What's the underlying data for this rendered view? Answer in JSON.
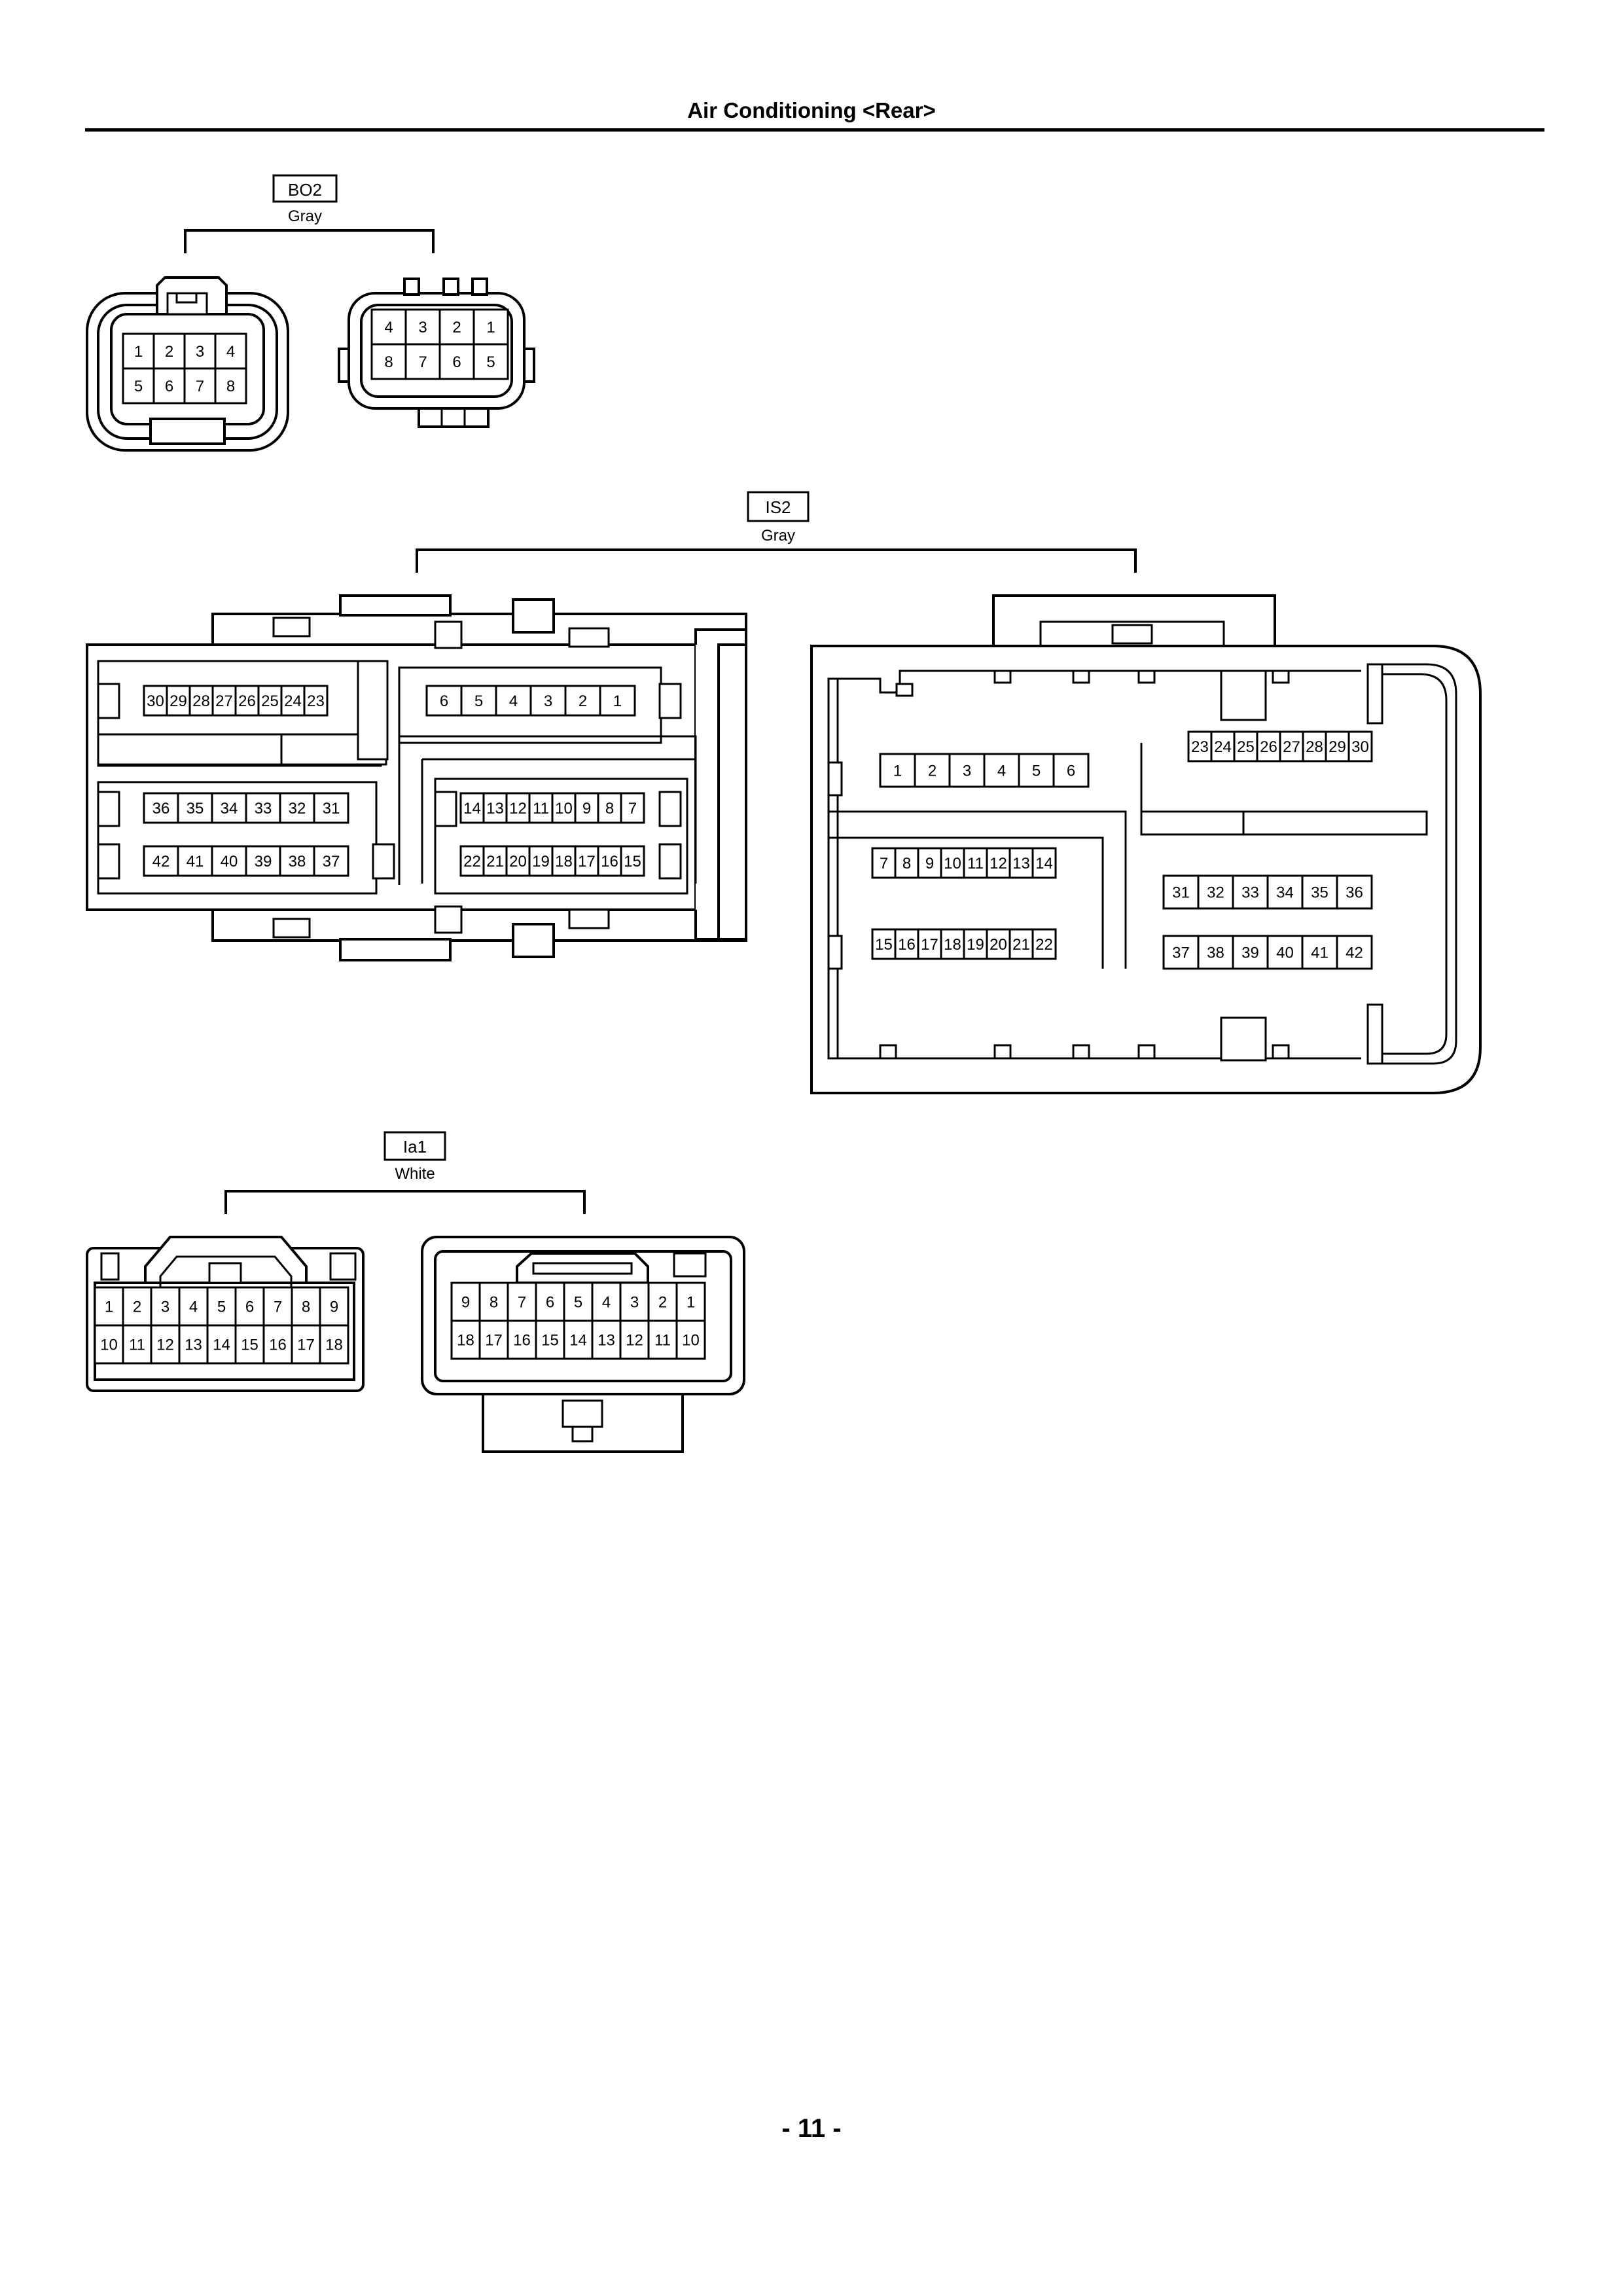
{
  "page": {
    "title": "Air Conditioning <Rear>",
    "page_number": "- 11 -"
  },
  "connectors": [
    {
      "code": "BO2",
      "color": "Gray",
      "views": [
        {
          "rows": [
            [
              "1",
              "2",
              "3",
              "4"
            ],
            [
              "5",
              "6",
              "7",
              "8"
            ]
          ]
        },
        {
          "rows": [
            [
              "4",
              "3",
              "2",
              "1"
            ],
            [
              "8",
              "7",
              "6",
              "5"
            ]
          ]
        }
      ]
    },
    {
      "code": "IS2",
      "color": "Gray",
      "views": [
        {
          "groups": [
            [
              "30",
              "29",
              "28",
              "27",
              "26",
              "25",
              "24",
              "23"
            ],
            [
              "6",
              "5",
              "4",
              "3",
              "2",
              "1"
            ],
            [
              "36",
              "35",
              "34",
              "33",
              "32",
              "31"
            ],
            [
              "14",
              "13",
              "12",
              "11",
              "10",
              "9",
              "8",
              "7"
            ],
            [
              "42",
              "41",
              "40",
              "39",
              "38",
              "37"
            ],
            [
              "22",
              "21",
              "20",
              "19",
              "18",
              "17",
              "16",
              "15"
            ]
          ]
        },
        {
          "groups": [
            [
              "23",
              "24",
              "25",
              "26",
              "27",
              "28",
              "29",
              "30"
            ],
            [
              "1",
              "2",
              "3",
              "4",
              "5",
              "6"
            ],
            [
              "7",
              "8",
              "9",
              "10",
              "11",
              "12",
              "13",
              "14"
            ],
            [
              "31",
              "32",
              "33",
              "34",
              "35",
              "36"
            ],
            [
              "15",
              "16",
              "17",
              "18",
              "19",
              "20",
              "21",
              "22"
            ],
            [
              "37",
              "38",
              "39",
              "40",
              "41",
              "42"
            ]
          ]
        }
      ]
    },
    {
      "code": "Ia1",
      "color": "White",
      "views": [
        {
          "rows": [
            [
              "1",
              "2",
              "3",
              "4",
              "5",
              "6",
              "7",
              "8",
              "9"
            ],
            [
              "10",
              "11",
              "12",
              "13",
              "14",
              "15",
              "16",
              "17",
              "18"
            ]
          ]
        },
        {
          "rows": [
            [
              "9",
              "8",
              "7",
              "6",
              "5",
              "4",
              "3",
              "2",
              "1"
            ],
            [
              "18",
              "17",
              "16",
              "15",
              "14",
              "13",
              "12",
              "11",
              "10"
            ]
          ]
        }
      ]
    }
  ]
}
